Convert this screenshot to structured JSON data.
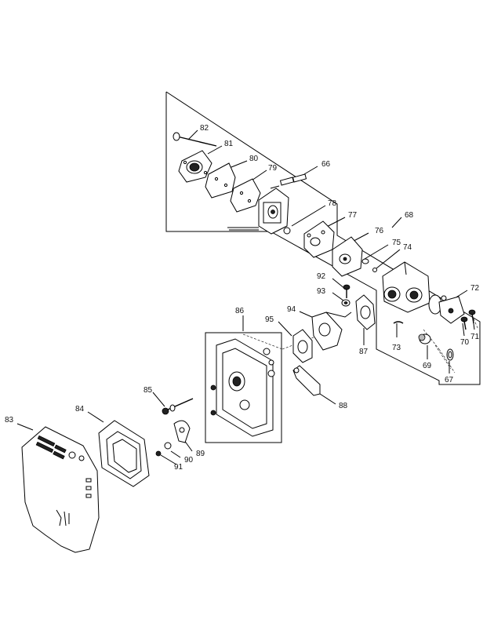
{
  "callouts": [
    {
      "id": "c82",
      "text": "82"
    },
    {
      "id": "c81",
      "text": "81"
    },
    {
      "id": "c80",
      "text": "80"
    },
    {
      "id": "c79",
      "text": "79"
    },
    {
      "id": "c66",
      "text": "66"
    },
    {
      "id": "c78",
      "text": "78"
    },
    {
      "id": "c77",
      "text": "77"
    },
    {
      "id": "c68",
      "text": "68"
    },
    {
      "id": "c76",
      "text": "76"
    },
    {
      "id": "c75",
      "text": "75"
    },
    {
      "id": "c74",
      "text": "74"
    },
    {
      "id": "c92",
      "text": "92"
    },
    {
      "id": "c72",
      "text": "72"
    },
    {
      "id": "c93",
      "text": "93"
    },
    {
      "id": "c94",
      "text": "94"
    },
    {
      "id": "c86",
      "text": "86"
    },
    {
      "id": "c95",
      "text": "95"
    },
    {
      "id": "c71",
      "text": "71"
    },
    {
      "id": "c70",
      "text": "70"
    },
    {
      "id": "c73",
      "text": "73"
    },
    {
      "id": "c87",
      "text": "87"
    },
    {
      "id": "c69",
      "text": "69"
    },
    {
      "id": "c67",
      "text": "67"
    },
    {
      "id": "c85",
      "text": "85"
    },
    {
      "id": "c88",
      "text": "88"
    },
    {
      "id": "c83",
      "text": "83"
    },
    {
      "id": "c84",
      "text": "84"
    },
    {
      "id": "c89",
      "text": "89"
    },
    {
      "id": "c90",
      "text": "90"
    },
    {
      "id": "c91",
      "text": "91"
    }
  ]
}
